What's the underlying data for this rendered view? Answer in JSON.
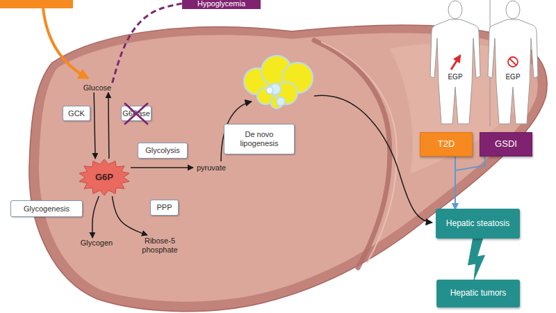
{
  "diagram": {
    "nodes": [
      {
        "text": [
          "Hypoglycemia"
        ]
      },
      {
        "text": [
          "Glucose"
        ]
      },
      {
        "text": [
          "GCK"
        ]
      },
      {
        "text": [
          "G6Pase"
        ]
      },
      {
        "text": [
          "De novo lipogenesis"
        ]
      },
      {
        "text": [
          "T2D"
        ]
      },
      {
        "text": [
          "GSDI"
        ]
      },
      {
        "text": [
          "Glycolysis"
        ]
      },
      {
        "text": [
          "G6P"
        ]
      },
      {
        "text": [
          "pyruvate"
        ]
      },
      {
        "text": [
          "Glycogenesis"
        ]
      },
      {
        "text": [
          "PPP"
        ]
      },
      {
        "text": [
          "Hepatic steatosis"
        ]
      },
      {
        "text": [
          "Glycogen"
        ]
      },
      {
        "text": [
          "Ribose-5 phosphate"
        ]
      },
      {
        "text": [
          "Hepatic tumors"
        ]
      }
    ],
    "edges": [
      {
        "from": 1,
        "to": 8,
        "arrow": "to"
      },
      {
        "from": 8,
        "to": 1,
        "arrow": "to"
      },
      {
        "from": 8,
        "to": 9,
        "arrow": "to"
      },
      {
        "from": 8,
        "to": 13,
        "arrow": "to"
      },
      {
        "from": 8,
        "to": 14,
        "arrow": "to"
      },
      {
        "from": 1,
        "to": 0,
        "arrow": "none"
      },
      {
        "from": 5,
        "to": 12,
        "arrow": "to"
      },
      {
        "from": 6,
        "to": 12,
        "arrow": "to"
      },
      {
        "from": 12,
        "to": 15,
        "arrow": "none"
      }
    ],
    "labels": [
      "EGP",
      "EGP"
    ]
  }
}
